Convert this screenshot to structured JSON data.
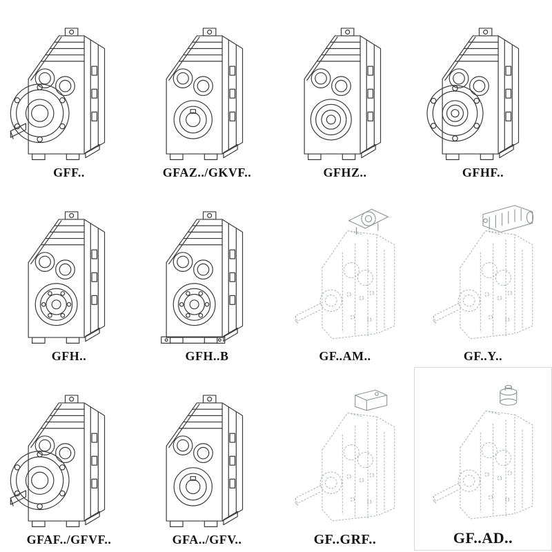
{
  "page": {
    "background": "#ffffff",
    "ink_color": "#3a3a3a",
    "ghost_color": "#abb2b9",
    "description": "Catalog sheet of parallel shaft helical gear unit variants"
  },
  "catalog": {
    "items": [
      {
        "label": "GFF..",
        "drawing": "flange-with-shaft",
        "style": "solid"
      },
      {
        "label": "GFAZ../GKVF..",
        "drawing": "hollow-shaft-bore",
        "style": "solid"
      },
      {
        "label": "GFHZ..",
        "drawing": "hollow-shaft-bore-large",
        "style": "solid"
      },
      {
        "label": "GFHF..",
        "drawing": "flange-hollow-shaft",
        "style": "solid"
      },
      {
        "label": "GFH..",
        "drawing": "bearing-face",
        "style": "solid"
      },
      {
        "label": "GFH..B",
        "drawing": "bearing-face-base-plate",
        "style": "solid"
      },
      {
        "label": "GF..AM..",
        "drawing": "motor-adapter-flange-top",
        "style": "ghost"
      },
      {
        "label": "GF..Y..",
        "drawing": "mounted-motor-top",
        "style": "ghost"
      },
      {
        "label": "GFAF../GFVF..",
        "drawing": "flange-with-shaft",
        "style": "solid"
      },
      {
        "label": "GFA../GFV..",
        "drawing": "hollow-shaft-bore",
        "style": "solid"
      },
      {
        "label": "GF..GRF..",
        "drawing": "cover-box-top",
        "style": "ghost"
      },
      {
        "label": "GF..AD..",
        "drawing": "input-shaft-adapter-top",
        "style": "ghost"
      }
    ]
  }
}
